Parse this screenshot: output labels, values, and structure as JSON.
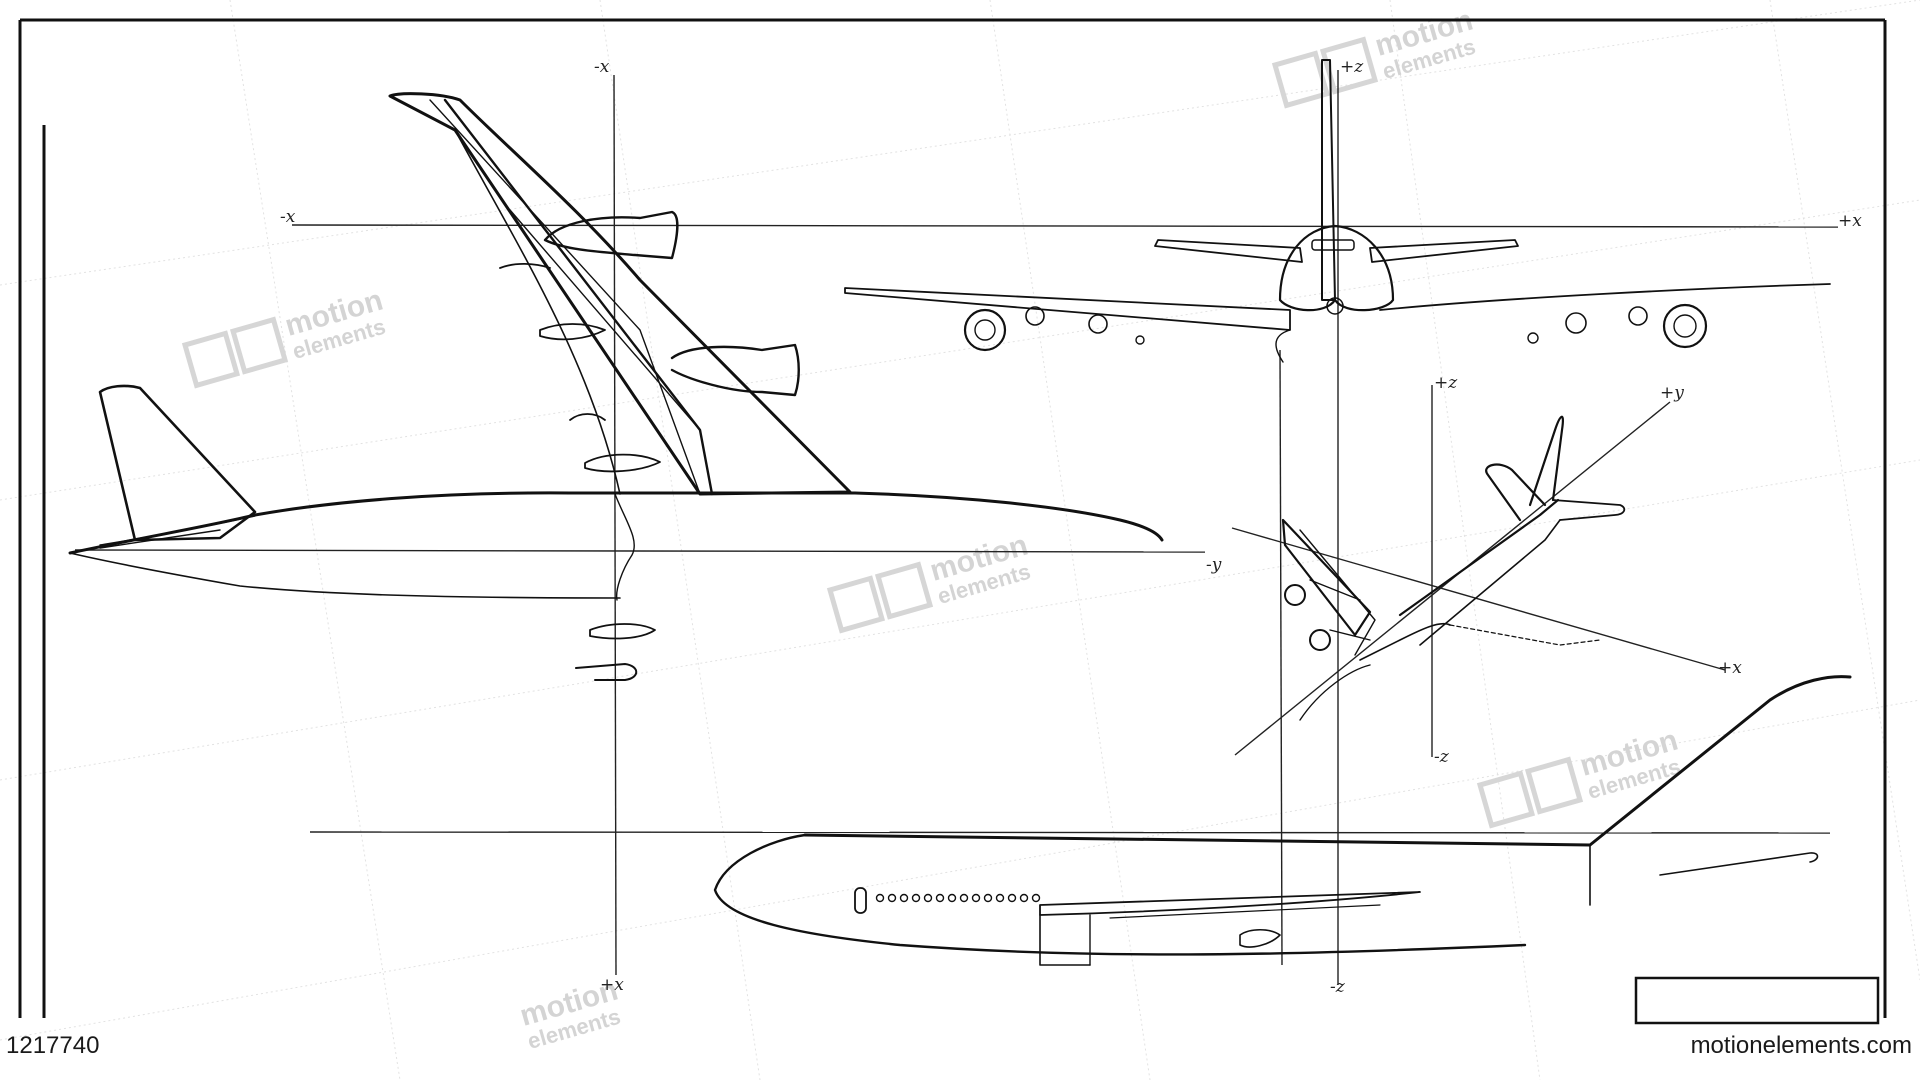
{
  "axes": {
    "neg_x": "-x",
    "neg_x_top": "-x",
    "pos_x": "+x",
    "pos_x_bottom": "+x",
    "pos_z": "+z",
    "neg_z": "-z",
    "neg_y": "-y",
    "pos_y": "+y",
    "small_pos_x": "+x",
    "small_z_top": "+z",
    "small_z_bottom": "-z"
  },
  "watermark": {
    "brand_line1": "motion",
    "brand_line2": "elements"
  },
  "footer": {
    "stock_id": "1217740",
    "site": "motionelements.com"
  }
}
